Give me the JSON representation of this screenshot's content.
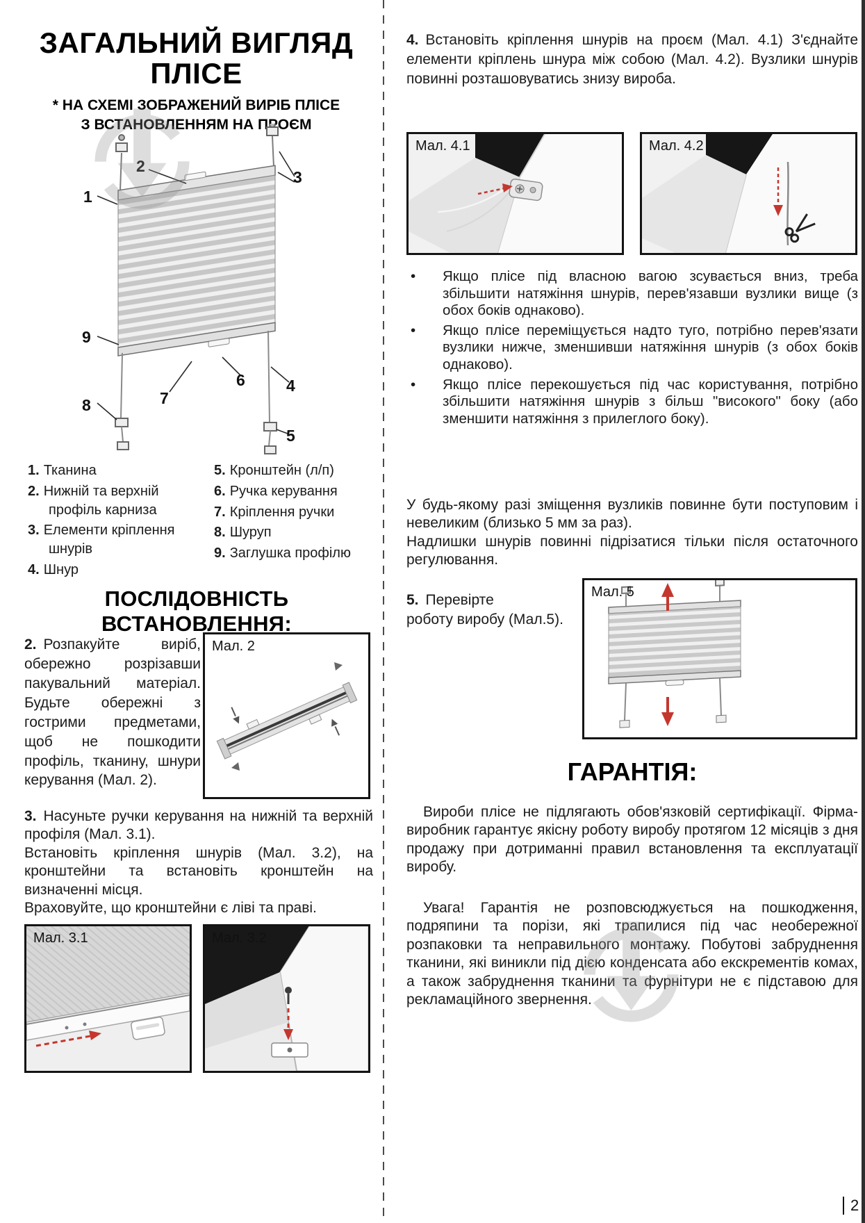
{
  "page_number": "2",
  "left_column": {
    "title_line1": "ЗАГАЛЬНИЙ ВИГЛЯД",
    "title_line2": "ПЛІСЕ",
    "subtitle_line1": "* НА СХЕМІ ЗОБРАЖЕНИЙ ВИРІБ ПЛІСЕ",
    "subtitle_line2": "З ВСТАНОВЛЕННЯМ НА ПРОЄМ",
    "diagram_callouts": [
      "1",
      "2",
      "3",
      "4",
      "5",
      "6",
      "7",
      "8",
      "9"
    ],
    "legend": [
      {
        "num": "1.",
        "label": "Тканина"
      },
      {
        "num": "2.",
        "label": "Нижній та верхній профіль карниза"
      },
      {
        "num": "3.",
        "label": "Елементи кріплення шнурів"
      },
      {
        "num": "4.",
        "label": "Шнур"
      },
      {
        "num": "5.",
        "label": "Кронштейн (л/п)"
      },
      {
        "num": "6.",
        "label": "Ручка керування"
      },
      {
        "num": "7.",
        "label": "Кріплення ручки"
      },
      {
        "num": "8.",
        "label": "Шуруп"
      },
      {
        "num": "9.",
        "label": "Заглушка профілю"
      }
    ],
    "sequence_heading": "ПОСЛІДОВНІСТЬ ВСТАНОВЛЕННЯ:",
    "step2_number": "2.",
    "step2_text": "Розпакуйте виріб, обережно розрізавши пакувальний матеріал. Будьте обережні з гострими предметами, щоб не пошкодити профіль, тканину, шнури керування (Мал. 2).",
    "fig2_label": "Мал. 2",
    "step3_number": "3.",
    "step3_line1": "Насуньте ручки керування на нижній та верхній профіля (Мал. 3.1).",
    "step3_line2": "Встановіть кріплення шнурів (Мал. 3.2), на кронштейни та встановіть кронштейн на визначенні місця.",
    "step3_line3": "Враховуйте, що кронштейни є ліві та праві.",
    "fig31_label": "Мал. 3.1",
    "fig32_label": "Мал. 3.2"
  },
  "right_column": {
    "step4_number": "4.",
    "step4_text": "Встановіть кріплення шнурів на проєм (Мал. 4.1) З'єднайте елементи кріплень шнура між собою (Мал. 4.2). Вузлики шнурів повинні розташовуватись знизу вироба.",
    "fig41_label": "Мал. 4.1",
    "fig42_label": "Мал. 4.2",
    "bullet_marker": "•",
    "bullets": [
      "Якщо плісе під власною вагою зсувається вниз, треба збільшити натяжіння шнурів, перев'язавши вузлики вище (з обох боків однаково).",
      "Якщо плісе переміщується надто туго, потрібно перев'язати вузлики нижче, зменшивши натяжіння шнурів (з обох боків однаково).",
      "Якщо плісе перекошується під час користування, потрібно збільшити натяжіння шнурів з більш \"високого\" боку (або зменшити натяжіння з прилеглого боку)."
    ],
    "adjust_note_line1": "У будь-якому разі зміщення вузликів повинне бути поступовим і невеликим (близько 5 мм за раз).",
    "adjust_note_line2": "Надлишки шнурів повинні підрізатися тільки після остаточного регулювання.",
    "step5_number": "5.",
    "step5_line1": "Перевірте",
    "step5_line2": "роботу виробу (Мал.5).",
    "fig5_label": "Мал. 5",
    "warranty_heading": "ГАРАНТІЯ:",
    "warranty_par1": "Вироби плісе не підлягають обов'язковій сертифікації. Фірма-виробник гарантує якісну роботу виробу протягом 12 місяців з дня продажу при дотриманні правил встановлення та експлуатації виробу.",
    "warranty_par2": "Увага! Гарантія не розповсюджується на пошкодження, подряпини та порізи, які трапилися під час необережної розпаковки та неправильного монтажу. Побутові забруднення тканини, які виникли під дією конденсата або екскрементів комах, а також забруднення тканини та фурнітури не є підставою для рекламаційного звернення."
  },
  "colors": {
    "arrow_red": "#c4372e",
    "text_black": "#1b1b1b"
  }
}
